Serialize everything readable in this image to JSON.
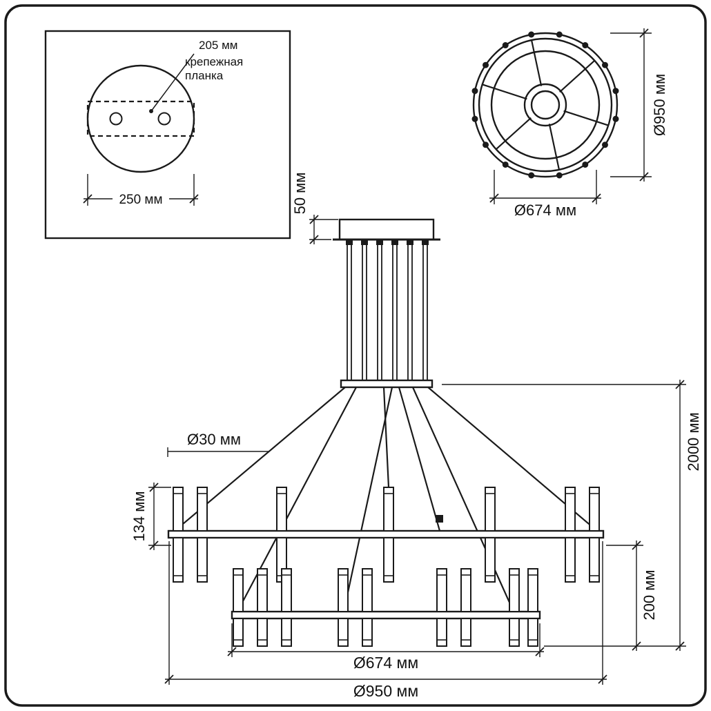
{
  "labels": {
    "detail_box": {
      "offset": "205 мм",
      "plate_line1": "крепежная",
      "plate_line2": "планка",
      "width": "250 мм"
    },
    "top_view": {
      "outer_diameter": "Ø950 мм",
      "inner_diameter": "Ø674 мм"
    },
    "side_view": {
      "canopy_height": "50 мм",
      "tube_diameter": "Ø30 мм",
      "lamp_height": "134 мм",
      "total_height": "2000 мм",
      "tier_gap": "200 мм",
      "inner_tier_diameter": "Ø674 мм",
      "outer_tier_diameter": "Ø950 мм"
    }
  },
  "colors": {
    "line": "#1a1a1a",
    "background": "#ffffff"
  }
}
